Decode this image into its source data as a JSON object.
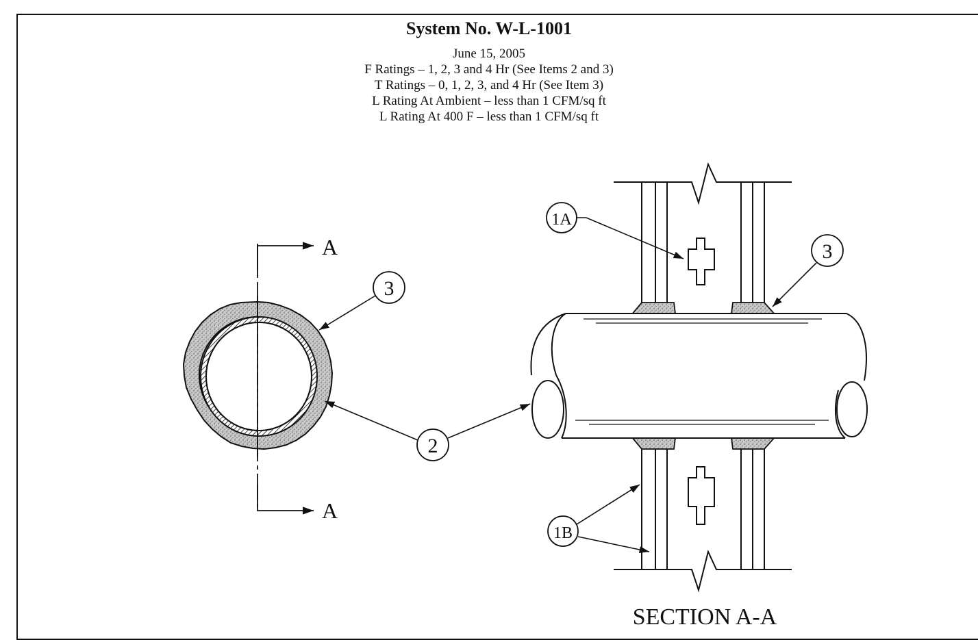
{
  "header": {
    "system_no": "System No. W-L-1001",
    "date": "June 15, 2005",
    "f_ratings": "F Ratings – 1, 2, 3 and 4 Hr (See Items 2 and 3)",
    "t_ratings": "T Ratings – 0, 1, 2, 3, and 4 Hr (See Item 3)",
    "l_rating_ambient": "L Rating At Ambient – less than 1 CFM/sq ft",
    "l_rating_400": "L Rating At 400 F – less than 1 CFM/sq ft"
  },
  "plan_view": {
    "section_mark_top": "A",
    "section_mark_bottom": "A",
    "callout_3": "3",
    "callout_2": "2"
  },
  "section_view": {
    "callout_1a": "1A",
    "callout_1b": "1B",
    "callout_3": "3",
    "caption": "SECTION A-A"
  },
  "colors": {
    "line": "#111111",
    "sealant_fill": "#b8b8b8",
    "background": "#ffffff"
  }
}
